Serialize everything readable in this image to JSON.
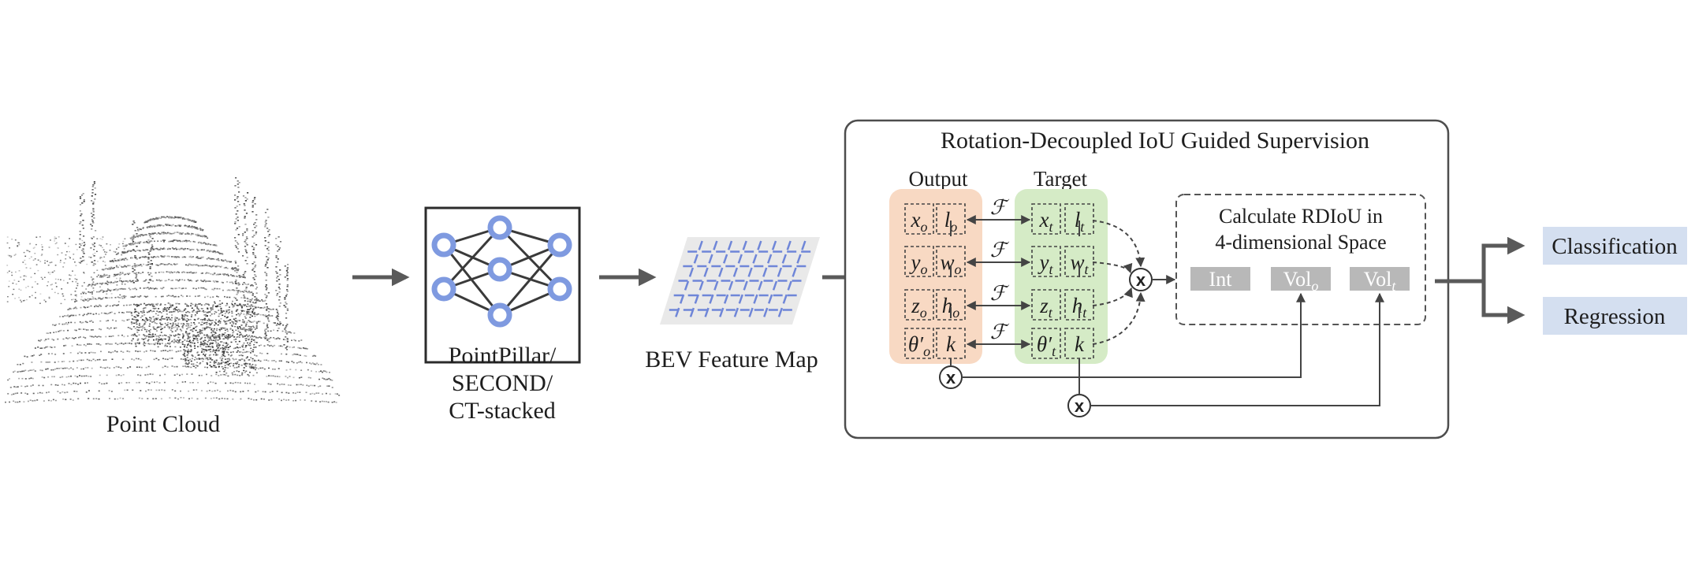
{
  "point_cloud": {
    "label": "Point Cloud"
  },
  "backbone": {
    "label_lines": [
      "PointPillar/",
      "SECOND/",
      "CT-stacked"
    ]
  },
  "bev": {
    "label": "BEV Feature Map"
  },
  "supervision": {
    "title": "Rotation-Decoupled IoU Guided Supervision",
    "output_label": "Output",
    "target_label": "Target",
    "output_cells": [
      [
        "x",
        "o",
        "l",
        "o"
      ],
      [
        "y",
        "o",
        "w",
        "o"
      ],
      [
        "z",
        "o",
        "h",
        "o"
      ],
      [
        "θ′",
        "o",
        "k",
        ""
      ]
    ],
    "target_cells": [
      [
        "x",
        "t",
        "l",
        "t"
      ],
      [
        "y",
        "t",
        "w",
        "t"
      ],
      [
        "z",
        "t",
        "h",
        "t"
      ],
      [
        "θ′",
        "t",
        "k",
        ""
      ]
    ],
    "transform_symbol": "ℱ",
    "multiply_symbol": "x",
    "rdiou": {
      "line1": "Calculate RDIoU in",
      "line2": "4-dimensional Space",
      "int_label": "Int",
      "vol_o": {
        "base": "Vol",
        "sub": "o"
      },
      "vol_t": {
        "base": "Vol",
        "sub": "t"
      }
    }
  },
  "outputs": {
    "classification": "Classification",
    "regression": "Regression"
  },
  "colors": {
    "output_fill": "#f8d9c3",
    "target_fill": "#d5ebc6",
    "head_fill": "#d4dff0",
    "node_blue": "#7f9ae0",
    "arrow_gray": "#5a5a5a",
    "gray_button": "#b8b8b8"
  }
}
